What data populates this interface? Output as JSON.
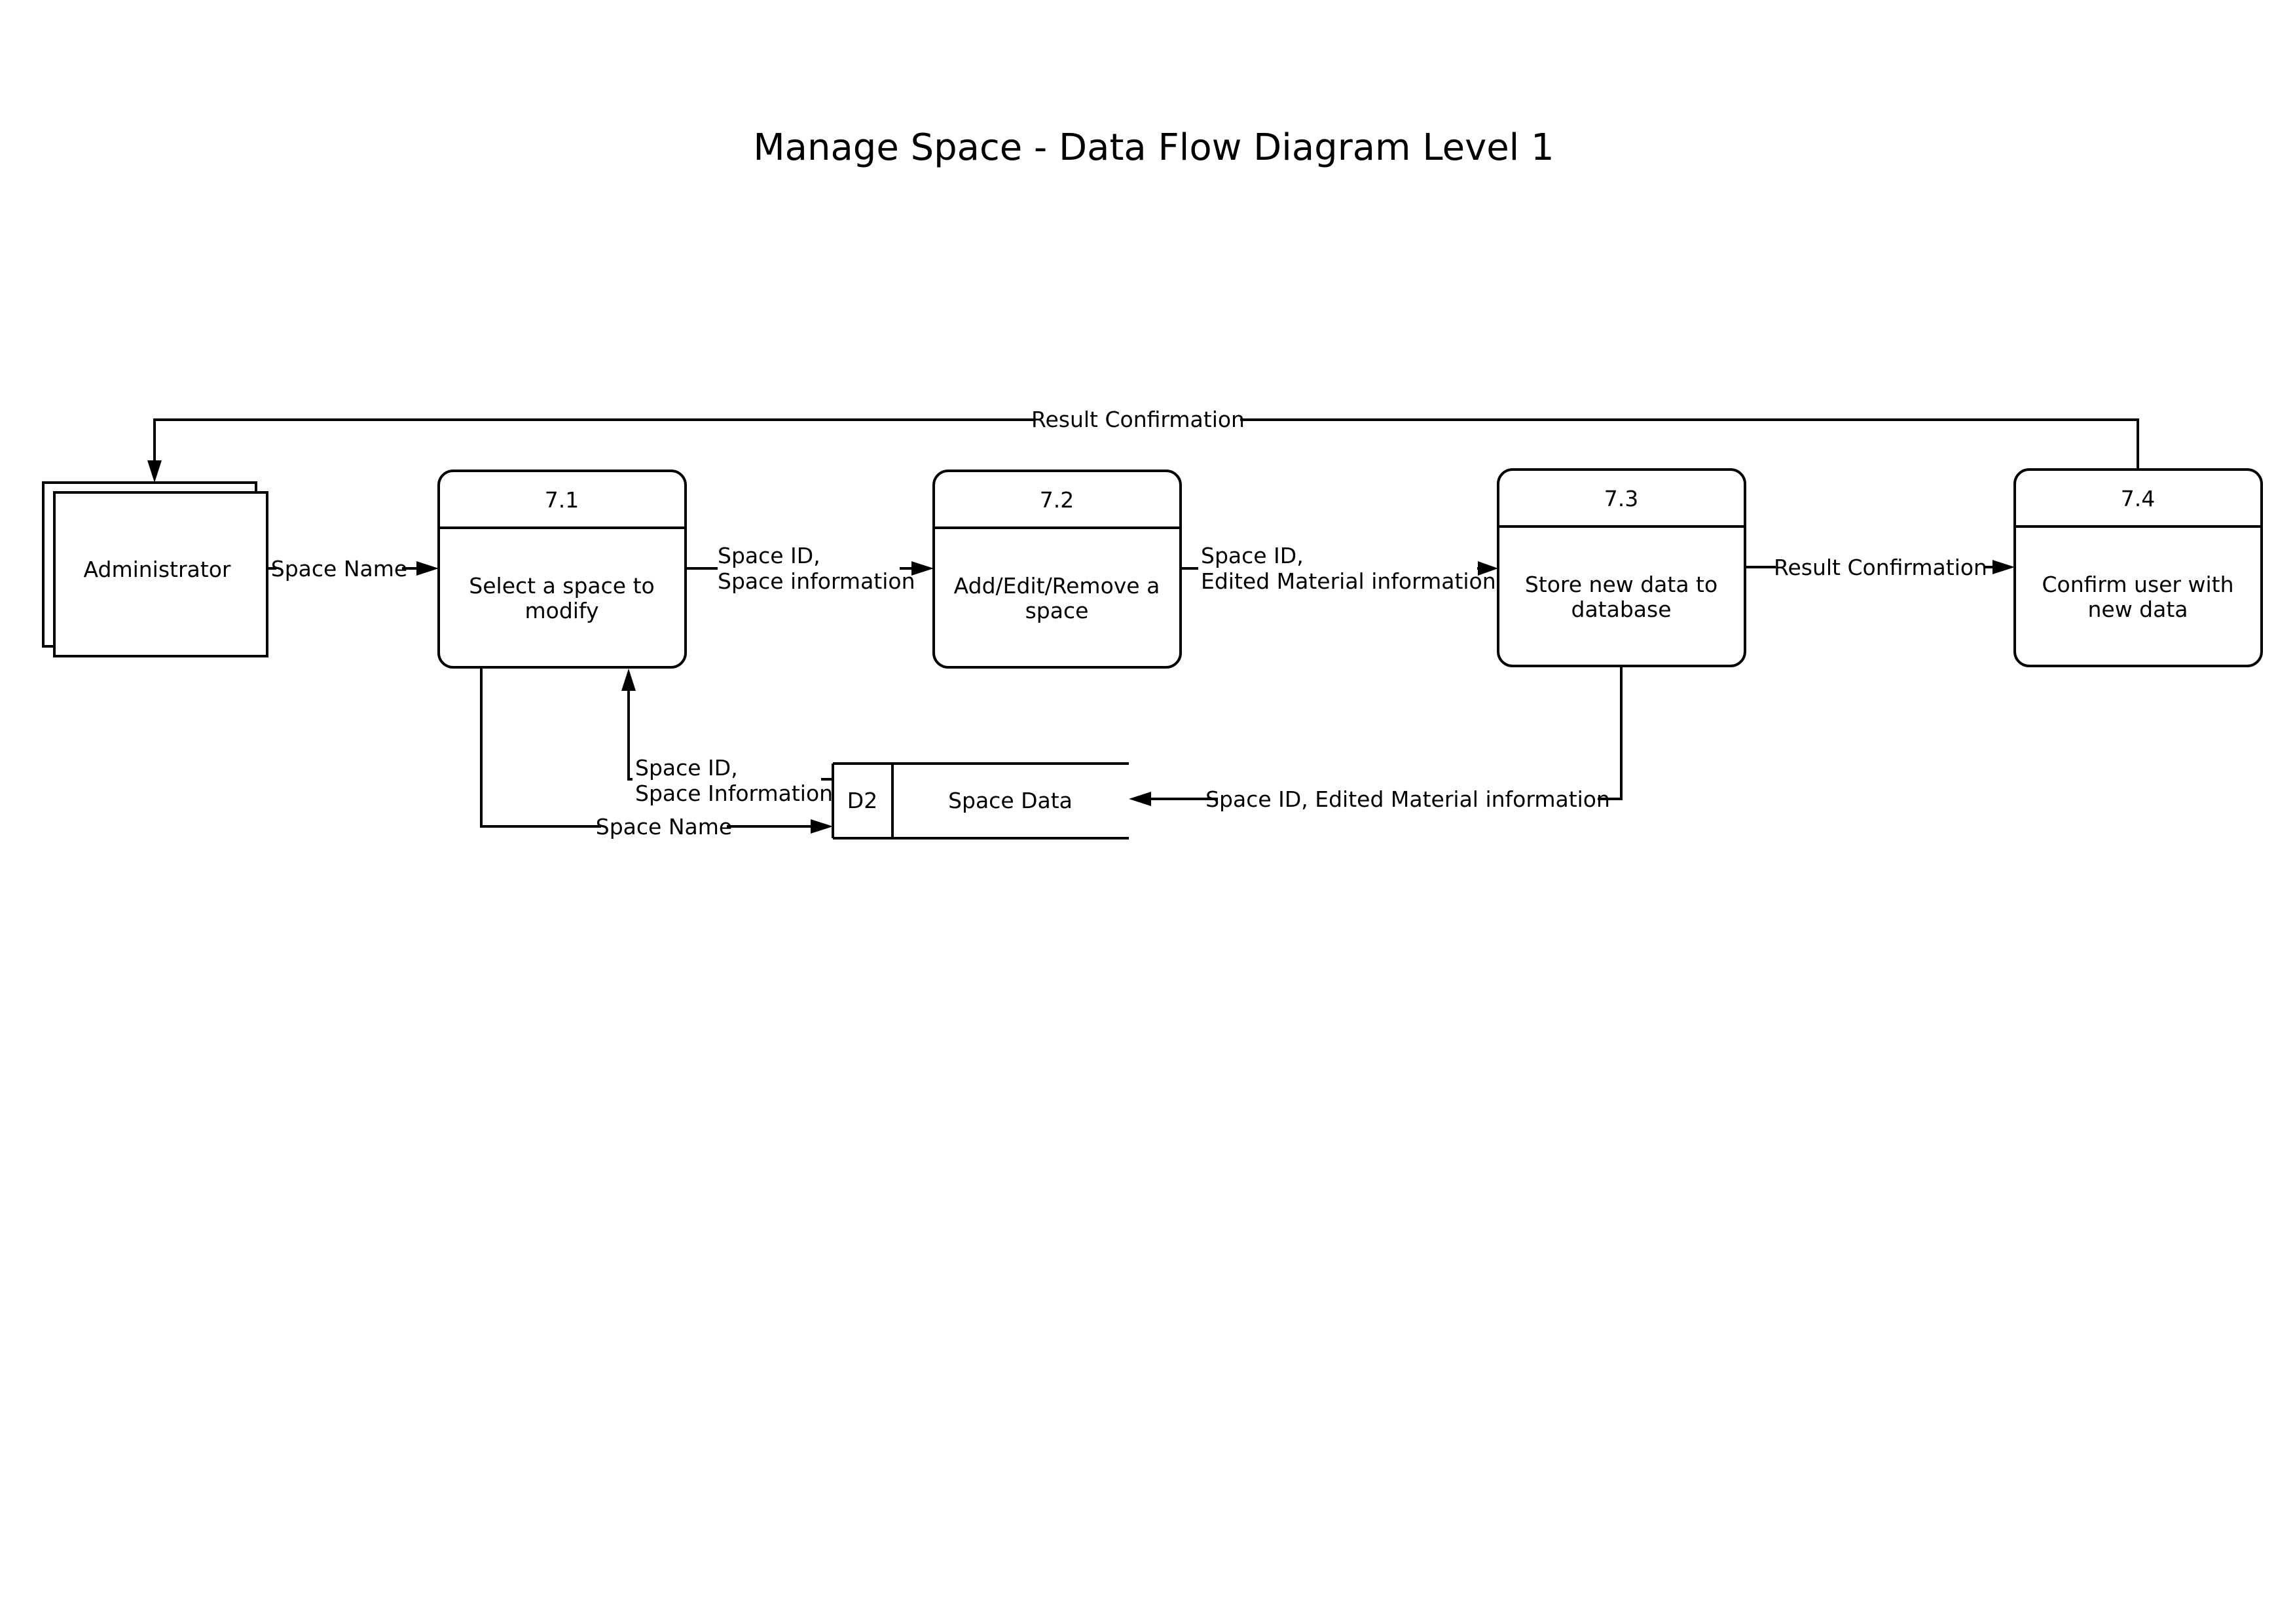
{
  "title": "Manage Space - Data Flow Diagram Level 1",
  "entity": {
    "label": "Administrator"
  },
  "processes": [
    {
      "id": "7.1",
      "lines": [
        "Select a space to",
        "modify"
      ]
    },
    {
      "id": "7.2",
      "lines": [
        "Add/Edit/Remove a",
        "space"
      ]
    },
    {
      "id": "7.3",
      "lines": [
        "Store new data to",
        "database"
      ]
    },
    {
      "id": "7.4",
      "lines": [
        "Confirm user with",
        "new data"
      ]
    }
  ],
  "datastore": {
    "id": "D2",
    "label": "Space Data"
  },
  "flows": {
    "admin_to_71": "Space Name",
    "f71_to_72": [
      "Space ID,",
      "Space information"
    ],
    "f72_to_73": [
      "Space ID,",
      "Edited Material information"
    ],
    "f73_to_74": "Result Confirmation",
    "f74_to_admin": "Result Confirmation",
    "d2_to_71": [
      "Space ID,",
      "Space Information"
    ],
    "f71_to_d2": "Space Name",
    "f73_to_d2": "Space ID, Edited Material information"
  }
}
